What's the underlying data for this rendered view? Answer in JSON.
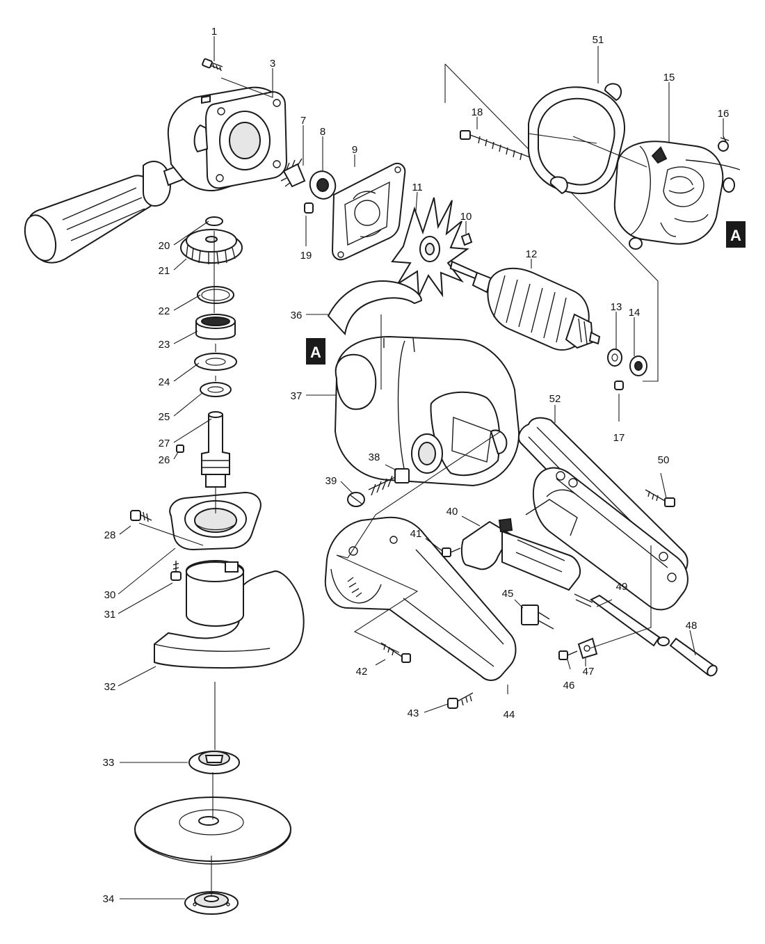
{
  "callouts": {
    "c1": "1",
    "c3": "3",
    "c7": "7",
    "c8": "8",
    "c9": "9",
    "c10": "10",
    "c11": "11",
    "c12": "12",
    "c13": "13",
    "c14": "14",
    "c15": "15",
    "c16": "16",
    "c17": "17",
    "c18": "18",
    "c19": "19",
    "c20": "20",
    "c21": "21",
    "c22": "22",
    "c23": "23",
    "c24": "24",
    "c25": "25",
    "c26": "26",
    "c27": "27",
    "c28": "28",
    "c30": "30",
    "c31": "31",
    "c32": "32",
    "c33": "33",
    "c34": "34",
    "c36": "36",
    "c37": "37",
    "c38": "38",
    "c39": "39",
    "c40": "40",
    "c41": "41",
    "c42": "42",
    "c43": "43",
    "c44": "44",
    "c45": "45",
    "c46": "46",
    "c47": "47",
    "c48": "48",
    "c49": "49",
    "c50": "50",
    "c51": "51",
    "c52": "52"
  },
  "markers": {
    "field_side": "A",
    "motor_side": "A"
  }
}
